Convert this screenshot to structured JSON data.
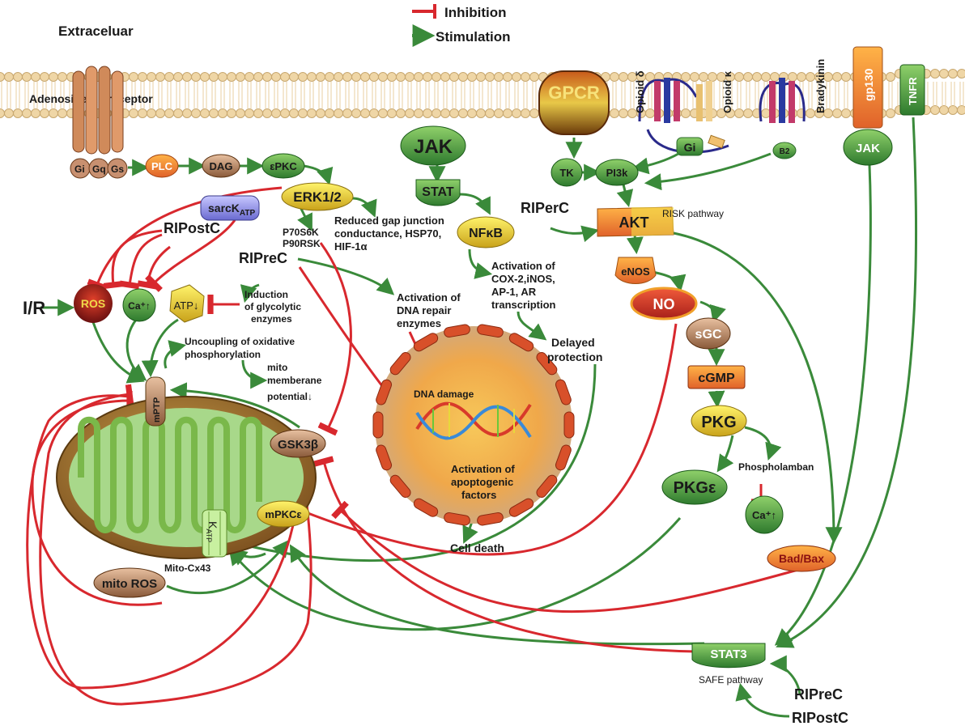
{
  "legend": {
    "inhibition": "Inhibition",
    "stimulation": "Stimulation"
  },
  "colors": {
    "inhibition": "#d8282e",
    "stimulation": "#3a8a3a",
    "membrane": "#f0d9a8",
    "nucleus": "#f2b34a",
    "mito": "#9a6a2a"
  },
  "region": {
    "extracellular": "Extraceluar"
  },
  "receptors": {
    "adenosine": "Adenosine A1 receptor",
    "adenosine_subunits": [
      "Gi",
      "Gq",
      "Gs"
    ],
    "gpcr": "GPCR",
    "opioid_delta": "Opioid δ",
    "opioid_kappa": "Opioid κ",
    "bradykinin": "Bradykinin",
    "gp130": "gp130",
    "tnfr": "TNFR",
    "gi": "Gi",
    "b2": "B2"
  },
  "nodes": {
    "plc": "PLC",
    "dag": "DAG",
    "epkc": "εPKC",
    "erk": "ERK1/2",
    "sarck": "sarcK",
    "sarck_sub": "ATP",
    "jak": "JAK",
    "stat": "STAT",
    "nfkb": "NFκB",
    "tk": "TK",
    "pi3k": "PI3k",
    "akt": "AKT",
    "enos": "eNOS",
    "no": "NO",
    "sgc": "sGC",
    "cgmp": "cGMP",
    "pkg": "PKG",
    "pkge": "PKGε",
    "ca_right": "Ca⁺↑",
    "badbax": "Bad/Bax",
    "jak_right": "JAK",
    "stat3": "STAT3",
    "ros": "ROS",
    "ca_left": "Ca⁺↑",
    "atp": "ATP↓",
    "ir": "I/R",
    "mptp": "mPTP",
    "gsk": "GSK3β",
    "mpkce": "mPKCε",
    "katp": "K",
    "katp_sub": "ATP",
    "mito_ros": "mito ROS"
  },
  "labels": {
    "ripostc_top": "RIPostC",
    "riprec_mid": "RIPreC",
    "riperc": "RIPerC",
    "risk": "RISK pathway",
    "p70": "P70S6K",
    "p90": "P90RSK",
    "gap": [
      "Reduced gap junction",
      "conductance, HSP70,",
      "HIF-1α"
    ],
    "cox": [
      "Activation of",
      "COX-2,iNOS,",
      "AP-1, AR",
      "transcription"
    ],
    "delayed": [
      "Delayed",
      "protection"
    ],
    "glyco": [
      "Induction",
      "of glycolytic",
      "enzymes"
    ],
    "dnarepair": [
      "Activation of",
      "DNA repair",
      "enzymes"
    ],
    "uncoupling": [
      "Uncoupling of oxidative",
      "phosphorylation"
    ],
    "mitomem": [
      "mito",
      "memberane",
      "potential↓"
    ],
    "dnadamage": "DNA damage",
    "apopt": [
      "Activation of",
      "apoptogenic",
      "factors"
    ],
    "celldeath": "Cell death",
    "phospholamban": "Phospholamban",
    "mitocx": "Mito-Cx43",
    "safe": "SAFE pathway",
    "riprec_bottom": "RIPreC",
    "ripostc_bottom": "RIPostC"
  }
}
